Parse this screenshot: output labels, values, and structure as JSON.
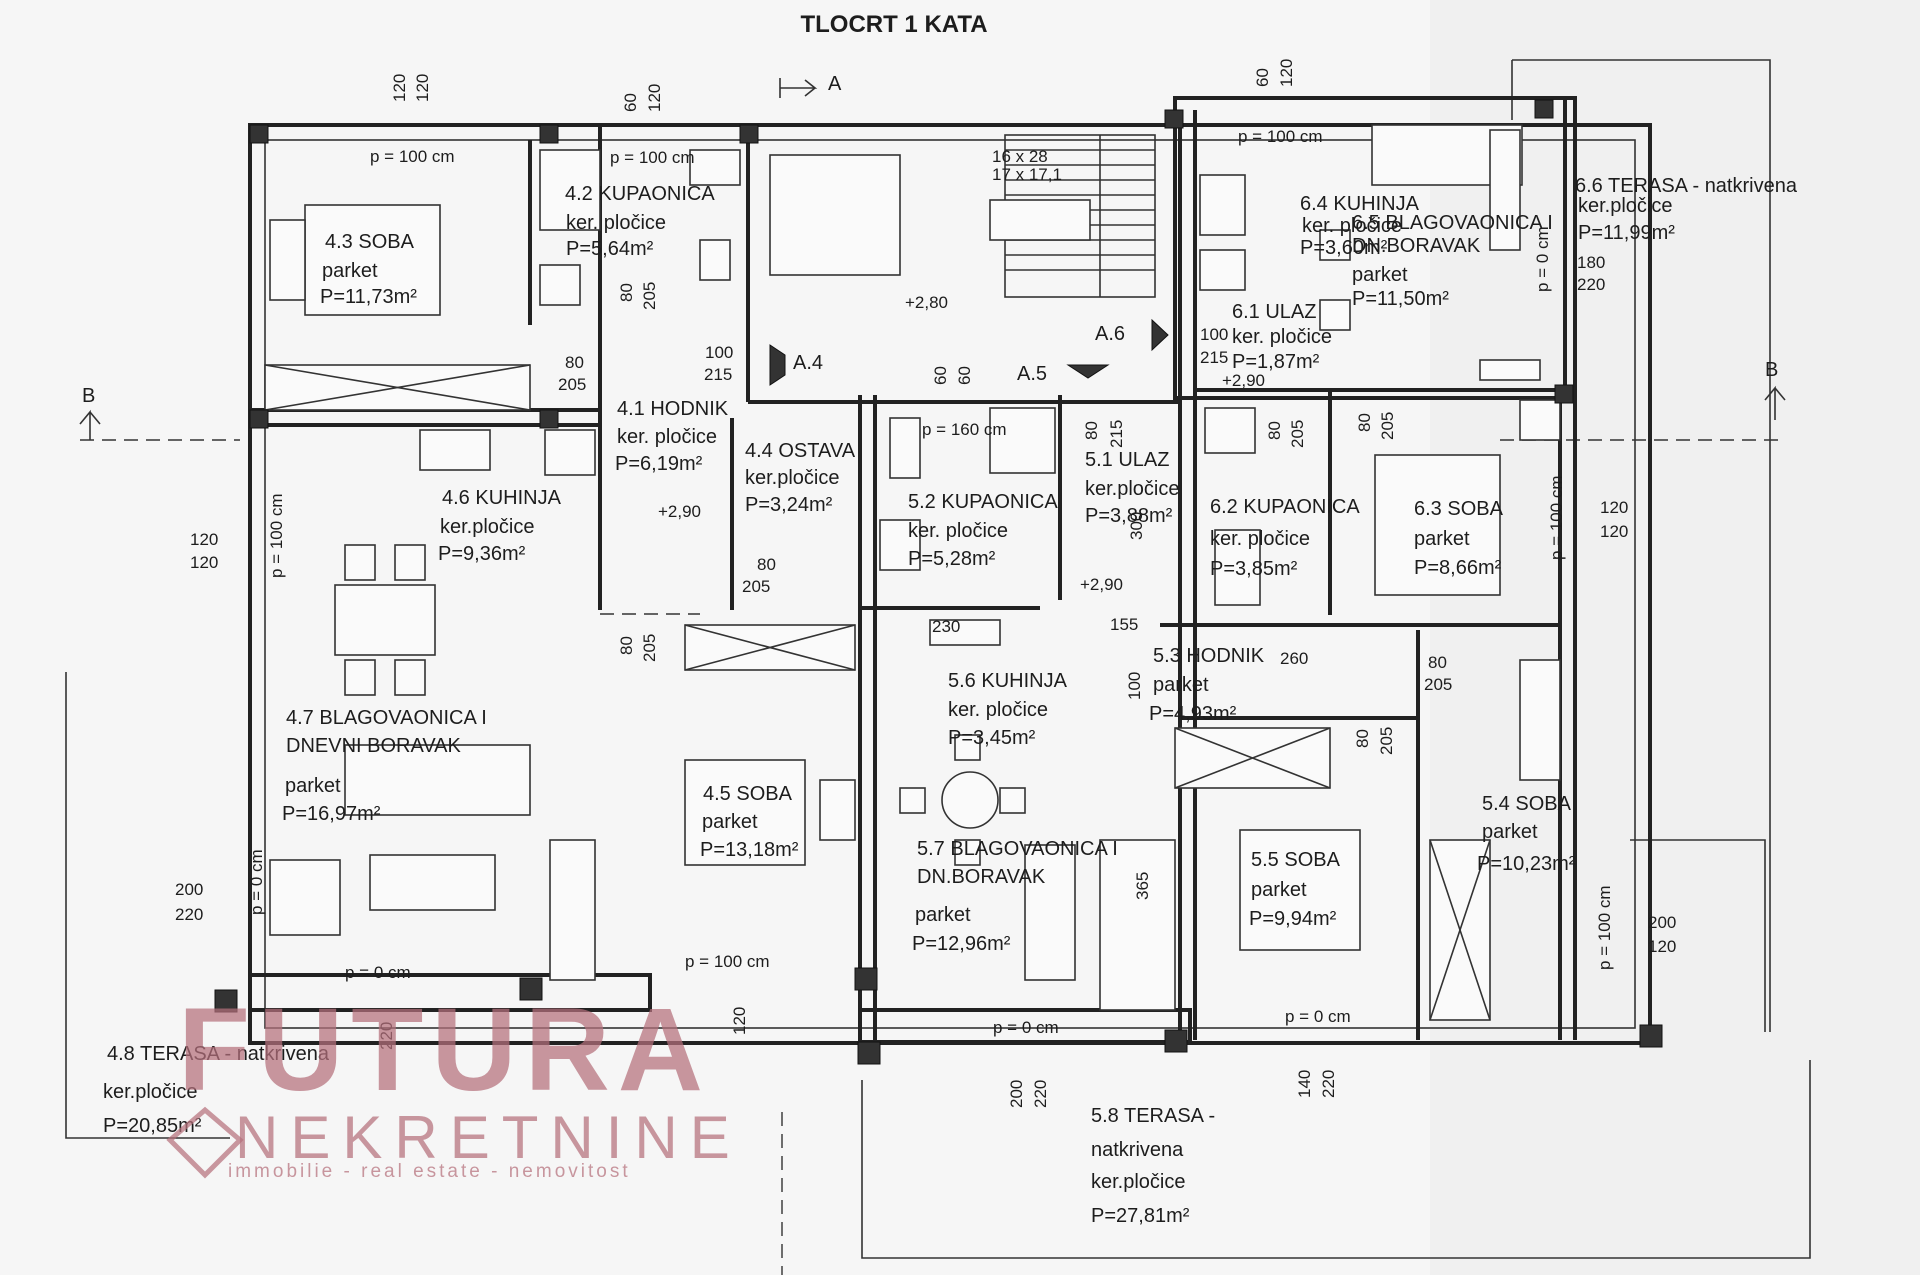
{
  "plan": {
    "title": "TLOCRT 1 KATA",
    "rooms": [
      {
        "name": "4.3 SOBA",
        "floor": "parket",
        "area": "P=11,73m²"
      },
      {
        "name": "4.2 KUPAONICA",
        "floor": "ker. pločice",
        "area": "P=5,64m²"
      },
      {
        "name": "4.1 HODNIK",
        "floor": "ker. pločice",
        "area": "P=6,19m²"
      },
      {
        "name": "4.4 OSTAVA",
        "floor": "ker.pločice",
        "area": "P=3,24m²"
      },
      {
        "name": "4.6 KUHINJA",
        "floor": "ker.pločice",
        "area": "P=9,36m²"
      },
      {
        "name": "4.7 BLAGOVAONICA I",
        "name2": "DNEVNI BORAVAK",
        "floor": "parket",
        "area": "P=16,97m²"
      },
      {
        "name": "4.5 SOBA",
        "floor": "parket",
        "area": "P=13,18m²"
      },
      {
        "name": "4.8 TERASA - natkrivena",
        "floor": "ker.pločice",
        "area": "P=20,85m²"
      },
      {
        "name": "5.1 ULAZ",
        "floor": "ker.pločice",
        "area": "P=3,88m²"
      },
      {
        "name": "5.2 KUPAONICA",
        "floor": "ker. pločice",
        "area": "P=5,28m²"
      },
      {
        "name": "5.6 KUHINJA",
        "floor": "ker. pločice",
        "area": "P=3,45m²"
      },
      {
        "name": "5.3 HODNIK",
        "floor": "parket",
        "area": "P=4,93m²"
      },
      {
        "name": "5.7 BLAGOVAONICA I",
        "name2": "DN.BORAVAK",
        "floor": "parket",
        "area": "P=12,96m²"
      },
      {
        "name": "5.5 SOBA",
        "floor": "parket",
        "area": "P=9,94m²"
      },
      {
        "name": "5.4 SOBA",
        "floor": "parket",
        "area": "P=10,23m²"
      },
      {
        "name": "5.8 TERASA -",
        "name2": "natkrivena",
        "floor": "ker.pločice",
        "area": "P=27,81m²"
      },
      {
        "name": "6.4 KUHINJA",
        "floor": "ker. pločice",
        "area": "P=3,60m²"
      },
      {
        "name": "6.5 BLAGOVAONICA I",
        "name2": "DN.BORAVAK",
        "floor": "parket",
        "area": "P=11,50m²"
      },
      {
        "name": "6.1 ULAZ",
        "floor": "ker. pločice",
        "area": "P=1,87m²"
      },
      {
        "name": "6.2 KUPAONICA",
        "floor": "ker. pločice",
        "area": "P=3,85m²"
      },
      {
        "name": "6.3 SOBA",
        "floor": "parket",
        "area": "P=8,66m²"
      },
      {
        "name": "6.6 TERASA - natkrivena",
        "floor": "ker.pločice",
        "area": "P=11,99m²"
      }
    ],
    "dims": [
      "120",
      "120",
      "p = 100 cm",
      "60",
      "120",
      "p = 100 cm",
      "60",
      "120",
      "p = 100 cm",
      "16 x 28",
      "17 x 17,1",
      "+2,80",
      "80",
      "205",
      "100",
      "215",
      "80",
      "205",
      "60",
      "60",
      "p = 160 cm",
      "80",
      "215",
      "+2,90",
      "100",
      "215",
      "+2,90",
      "80",
      "205",
      "80",
      "205",
      "120",
      "120",
      "p = 100 cm",
      "80",
      "205",
      "80",
      "205",
      "+2,90",
      "120",
      "120",
      "p = 100 cm",
      "p = 0 cm",
      "180",
      "220",
      "300",
      "155",
      "260",
      "100",
      "80",
      "205",
      "80",
      "205",
      "200",
      "220",
      "p = 0 cm",
      "365",
      "p = 0 cm",
      "p = 100 cm",
      "120",
      "220",
      "p = 0 cm",
      "200",
      "120",
      "p = 100 cm",
      "200",
      "220",
      "p = 0 cm",
      "140",
      "220",
      "230"
    ],
    "sections": [
      "A",
      "A.4",
      "A.5",
      "A.6",
      "B",
      "B"
    ]
  },
  "watermark": {
    "brand": "FUTURA",
    "line2": "NEKRETNINE",
    "line3": "immobilie - real estate - nemovitost"
  }
}
